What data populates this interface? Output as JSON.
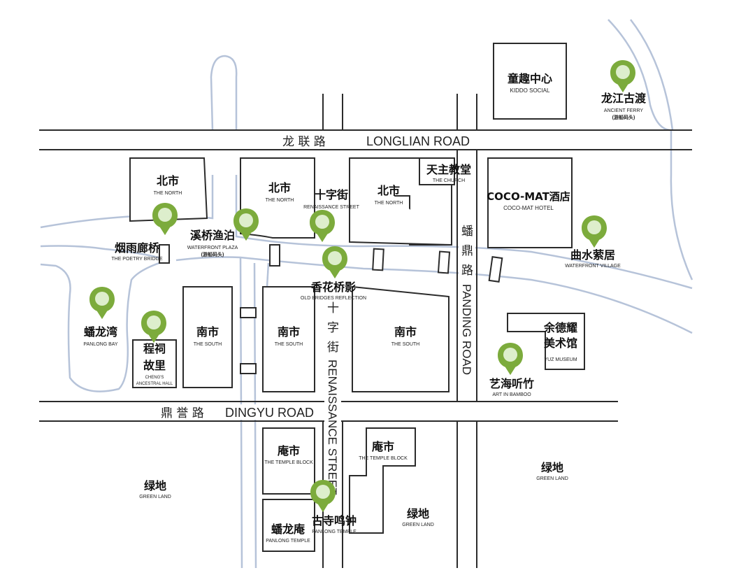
{
  "roads": {
    "longlian_zh": "龙 联 路",
    "longlian_en": "LONGLIAN ROAD",
    "dingyu_zh": "鼎 誉 路",
    "dingyu_en": "DINGYU ROAD",
    "panding_zh": [
      "蟠",
      "鼎",
      "路"
    ],
    "panding_en": "PANDING ROAD",
    "renaissance_zh": [
      "十",
      "字",
      "街"
    ],
    "renaissance_en": "RENAISSANCE STREET"
  },
  "blocks": [
    {
      "zh": "童趣中心",
      "en": "KIDDO SOCIAL"
    },
    {
      "zh": "北市",
      "en": "THE NORTH"
    },
    {
      "zh": "北市",
      "en": "THE NORTH"
    },
    {
      "zh": "北市",
      "en": "THE NORTH"
    },
    {
      "zh": "天主教堂",
      "en": "THE CHURCH"
    },
    {
      "zh": "COCO-MAT酒店",
      "en": "COCO-MAT HOTEL"
    },
    {
      "zh": "南市",
      "en": "THE SOUTH"
    },
    {
      "zh": "南市",
      "en": "THE SOUTH"
    },
    {
      "zh": "南市",
      "en": "THE SOUTH"
    },
    {
      "zh": "余德耀",
      "zh2": "美术馆",
      "en": "YUZ MUSEUM"
    },
    {
      "zh": "庵市",
      "en": "THE TEMPLE BLOCK"
    },
    {
      "zh": "庵市",
      "en": "THE TEMPLE BLOCK"
    },
    {
      "zh": "蟠龙庵",
      "en": "PANLONG TEMPLE"
    },
    {
      "zh": "绿地",
      "en": "GREEN LAND"
    },
    {
      "zh": "绿地",
      "en": "GREEN LAND"
    },
    {
      "zh": "绿地",
      "en": "GREEN LAND"
    }
  ],
  "pins": [
    {
      "zh": "龙江古渡",
      "en": "ANCIENT FERRY",
      "en2": "(游船码头)"
    },
    {
      "zh": "烟雨廊桥",
      "en": "THE POETRY BRIDGE"
    },
    {
      "zh": "溪桥渔泊",
      "en": "WATERFRONT PLAZA",
      "en2": "(游船码头)"
    },
    {
      "zh": "十字街",
      "en": "RENAISSANCE STREET"
    },
    {
      "zh": "香花桥影",
      "en": "OLD BRIDGES REFLECTION"
    },
    {
      "zh": "曲水萦居",
      "en": "WATERFRONT VILLAGE"
    },
    {
      "zh": "蟠龙湾",
      "en": "PANLONG BAY"
    },
    {
      "zh": "程祠",
      "zh2": "故里",
      "en": "CHENG'S",
      "en2": "ANCESTRAL HALL"
    },
    {
      "zh": "艺海听竹",
      "en": "ART IN BAMBOO"
    },
    {
      "zh": "古寺鸣钟",
      "en": "PANLONG TEMPLE"
    }
  ],
  "colors": {
    "pin": "#7cab3c",
    "water": "#b6c3d9",
    "road": "#2b2b2b"
  }
}
